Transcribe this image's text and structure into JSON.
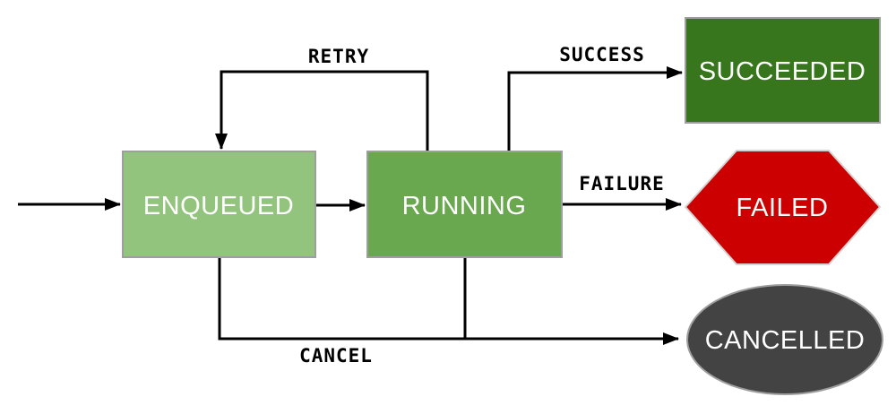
{
  "diagram": {
    "type": "state-machine-flowchart",
    "background_color": "#ffffff",
    "edge_color": "#000000",
    "node_text_color": "#ffffff",
    "edge_label_color": "#000000"
  },
  "nodes": {
    "enqueued": {
      "label": "ENQUEUED",
      "shape": "rectangle",
      "color": "#93c47d",
      "border_color": "#9e9e9e"
    },
    "running": {
      "label": "RUNNING",
      "shape": "rectangle",
      "color": "#6aa84f",
      "border_color": "#9e9e9e"
    },
    "succeeded": {
      "label": "SUCCEEDED",
      "shape": "rectangle",
      "color": "#38761d",
      "border_color": "#9e9e9e"
    },
    "failed": {
      "label": "FAILED",
      "shape": "hexagon",
      "color": "#cc0000",
      "border_color": "#d4d4d4"
    },
    "cancelled": {
      "label": "CANCELLED",
      "shape": "ellipse",
      "color": "#434343",
      "border_color": "#9e9e9e"
    }
  },
  "edges": {
    "start": {
      "label": "",
      "from": "start",
      "to": "enqueued"
    },
    "enqueue": {
      "label": "",
      "from": "enqueued",
      "to": "running"
    },
    "retry": {
      "label": "RETRY",
      "from": "running",
      "to": "enqueued"
    },
    "success": {
      "label": "SUCCESS",
      "from": "running",
      "to": "succeeded"
    },
    "failure": {
      "label": "FAILURE",
      "from": "running",
      "to": "failed"
    },
    "cancel": {
      "label": "CANCEL",
      "from": "enqueued+running",
      "to": "cancelled"
    }
  }
}
